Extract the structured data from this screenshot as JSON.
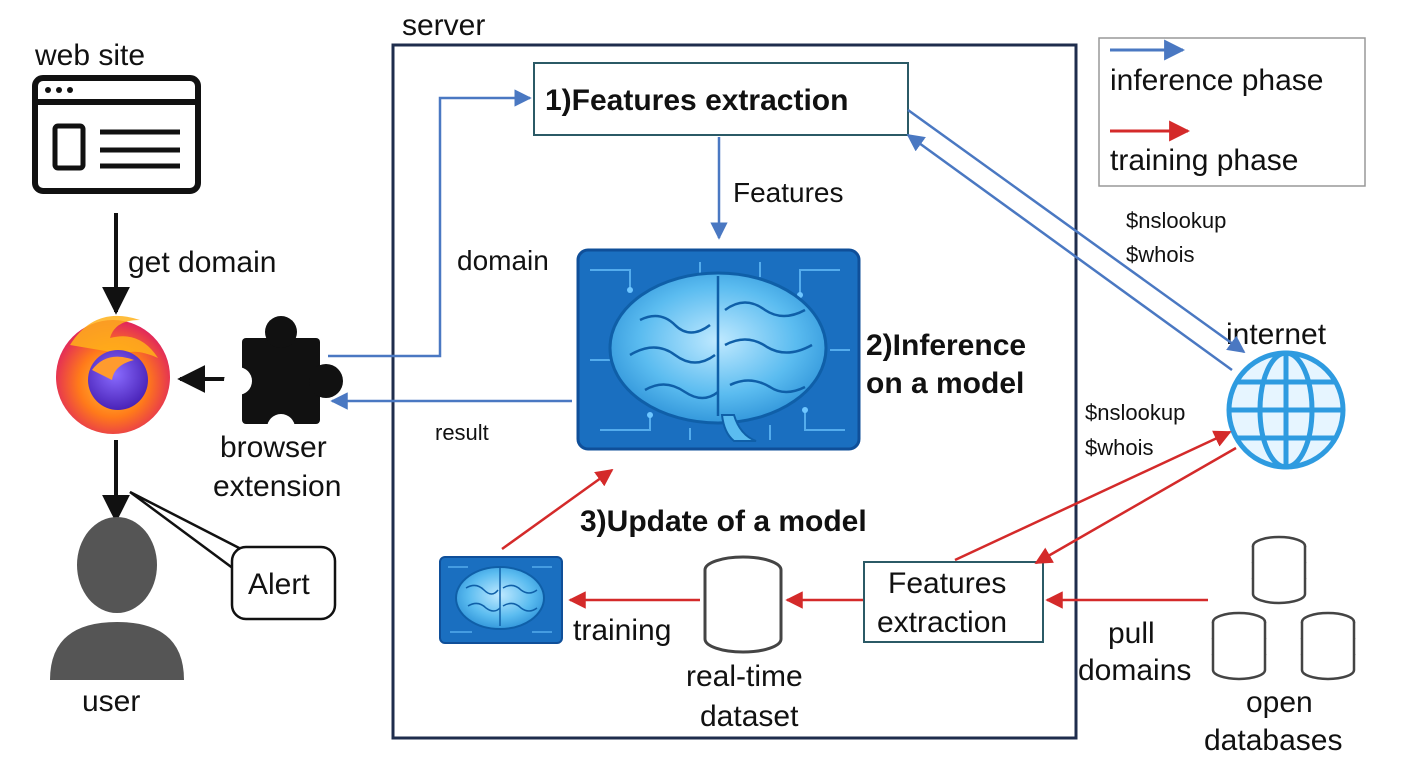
{
  "labels": {
    "server": "server",
    "web_site": "web site",
    "get_domain": "get domain",
    "domain": "domain",
    "result": "result",
    "browser_extension_line1": "browser",
    "browser_extension_line2": "extension",
    "user": "user",
    "alert": "Alert",
    "step1": "1)Features extraction",
    "features": "Features",
    "step2_line1": "2)Inference",
    "step2_line2": "on a model",
    "step3": "3)Update of a model",
    "training": "training",
    "dataset_line1": "real-time",
    "dataset_line2": "dataset",
    "features_extraction_line1": "Features",
    "features_extraction_line2": "extraction",
    "pull_domains_line1": "pull",
    "pull_domains_line2": "domains",
    "open_databases_line1": "open",
    "open_databases_line2": "databases",
    "internet": "internet",
    "nslookup_top": "$nslookup",
    "whois_top": "$whois",
    "nslookup_bottom": "$nslookup",
    "whois_bottom": "$whois"
  },
  "legend": {
    "inference": "inference phase",
    "training": "training phase"
  },
  "colors": {
    "inference": "#4a78c2",
    "training": "#d42a2a",
    "server_border": "#1f2d4d",
    "brain": "#3aa8e6",
    "board": "#1a6fc0",
    "globe": "#2e9be0"
  },
  "icons": {
    "website": "browser-window-icon",
    "firefox": "firefox-icon",
    "extension": "puzzle-piece-icon",
    "user": "user-silhouette-icon",
    "brain_large": "brain-chip-icon",
    "brain_small": "brain-chip-icon",
    "dataset": "database-icon",
    "globe": "globe-icon"
  }
}
